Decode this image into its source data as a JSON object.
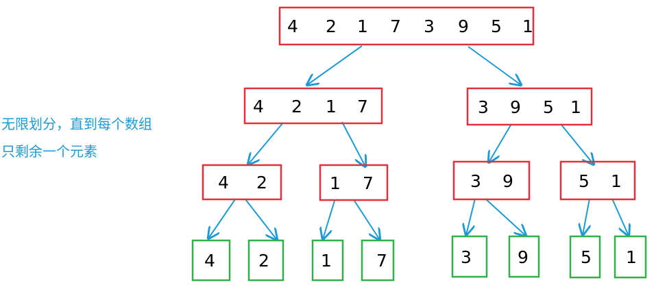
{
  "annotation": {
    "line1": "无限划分，直到每个数组",
    "line2": "只剩余一个元素"
  },
  "colors": {
    "array_border": "#e0303a",
    "single_border": "#2fb04a",
    "arrow": "#1b9ad6",
    "annotation_text": "#1b9ad6"
  },
  "levels": [
    {
      "level": 0,
      "arrays": [
        {
          "values": [
            "4",
            "2",
            "1",
            "7",
            "3",
            "9",
            "5",
            "1"
          ]
        }
      ]
    },
    {
      "level": 1,
      "arrays": [
        {
          "values": [
            "4",
            "2",
            "1",
            "7"
          ]
        },
        {
          "values": [
            "3",
            "9",
            "5",
            "1"
          ]
        }
      ]
    },
    {
      "level": 2,
      "arrays": [
        {
          "values": [
            "4",
            "2"
          ]
        },
        {
          "values": [
            "1",
            "7"
          ]
        },
        {
          "values": [
            "3",
            "9"
          ]
        },
        {
          "values": [
            "5",
            "1"
          ]
        }
      ]
    },
    {
      "level": 3,
      "arrays": [
        {
          "values": [
            "4"
          ]
        },
        {
          "values": [
            "2"
          ]
        },
        {
          "values": [
            "1"
          ]
        },
        {
          "values": [
            "7"
          ]
        },
        {
          "values": [
            "3"
          ]
        },
        {
          "values": [
            "9"
          ]
        },
        {
          "values": [
            "5"
          ]
        },
        {
          "values": [
            "1"
          ]
        }
      ]
    }
  ]
}
